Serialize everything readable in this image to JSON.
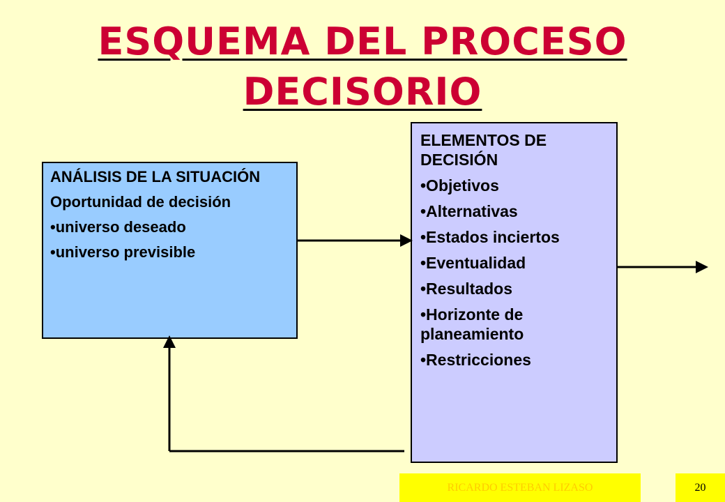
{
  "title": {
    "line1": "ESQUEMA DEL PROCESO",
    "line2": "DECISORIO"
  },
  "analysis_box": {
    "heading": "ANÁLISIS DE LA SITUACIÓN",
    "subheading": "Oportunidad de decisión",
    "items": [
      "•universo deseado",
      "•universo previsible"
    ]
  },
  "elements_box": {
    "heading": "ELEMENTOS DE DECISIÓN",
    "items": [
      "•Objetivos",
      "•Alternativas",
      "•Estados inciertos",
      "•Eventualidad",
      "•Resultados",
      "•Horizonte de planeamiento",
      "•Restricciones"
    ]
  },
  "footer": {
    "author": "RICARDO ESTEBAN LIZASO",
    "page_number": "20"
  },
  "colors": {
    "background": "#FFFFCC",
    "title": "#CC0033",
    "analysis_fill": "#99CCFF",
    "elements_fill": "#CCCCFF",
    "footer_fill": "#FFFF00"
  }
}
